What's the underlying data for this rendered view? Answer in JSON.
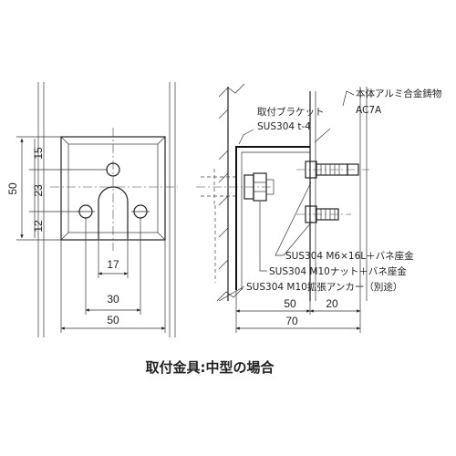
{
  "front_view": {
    "dims_vertical": [
      "15",
      "23",
      "12",
      "50"
    ],
    "dims_horizontal": [
      "17",
      "30",
      "50"
    ]
  },
  "side_view": {
    "label_bracket_line1": "取付ブラケット",
    "label_bracket_line2": "SUS304 t-4",
    "label_body_line1": "本体アルミ合金鋳物",
    "label_body_line2": "AC7A",
    "label_bolt": "SUS304 M6×16L＋バネ座金",
    "label_nut": "SUS304 M10ナット＋バネ座金",
    "label_anchor": "SUS304 M10拡張アンカー（別途）",
    "dims_horizontal": [
      "50",
      "20",
      "70"
    ]
  },
  "caption": "取付金具:中型の場合"
}
